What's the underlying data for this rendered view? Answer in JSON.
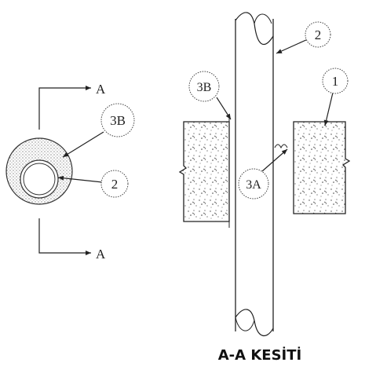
{
  "labels": {
    "section_top": "A",
    "section_bottom": "A",
    "left_3b": "3B",
    "left_2": "2",
    "right_3b": "3B",
    "right_2": "2",
    "right_1": "1",
    "right_3a": "3A"
  },
  "title": "A-A KESİTİ"
}
